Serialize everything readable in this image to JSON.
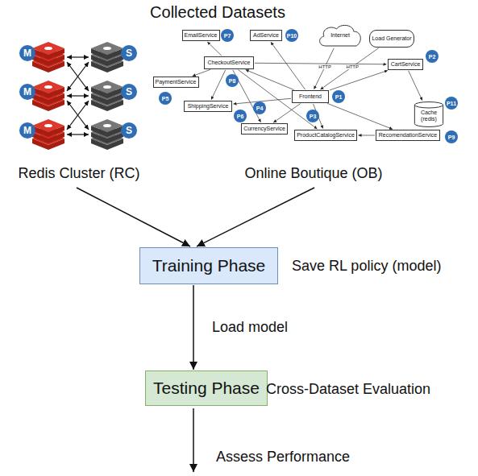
{
  "diagram": {
    "title": "Collected Datasets",
    "nodes": [
      {
        "text": [
          "Redis Cluster (RC)"
        ]
      },
      {
        "text": [
          "Online Boutique (OB)"
        ]
      },
      {
        "text": [
          "EmailService"
        ],
        "in": 1
      },
      {
        "text": [
          "AdService"
        ],
        "in": 1
      },
      {
        "text": [
          "Internet"
        ],
        "in": 1
      },
      {
        "text": [
          "Load Generator"
        ],
        "in": 1
      },
      {
        "text": [
          "PaymentService"
        ],
        "in": 1
      },
      {
        "text": [
          "CheckoutService"
        ],
        "in": 1
      },
      {
        "text": [
          "CartService"
        ],
        "in": 1
      },
      {
        "text": [
          "Frontend"
        ],
        "in": 1
      },
      {
        "text": [
          "Cache (redis)"
        ],
        "in": 1
      },
      {
        "text": [
          "ShippingService"
        ],
        "in": 1
      },
      {
        "text": [
          "CurrencyService"
        ],
        "in": 1
      },
      {
        "text": [
          "ProductCatalogService"
        ],
        "in": 1
      },
      {
        "text": [
          "RecomendationService"
        ],
        "in": 1
      },
      {
        "text": [
          "Training Phase"
        ]
      },
      {
        "text": [
          "Testing Phase"
        ]
      }
    ],
    "edges": [
      {
        "from": 0,
        "to": 15,
        "arrow": "to"
      },
      {
        "from": 1,
        "to": 15,
        "arrow": "to"
      },
      {
        "from": 15,
        "to": 16,
        "label": "Load model",
        "arrow": "to"
      },
      {
        "from": 4,
        "to": 9,
        "label": "HTTP",
        "arrow": "to"
      },
      {
        "from": 5,
        "to": 9,
        "label": "HTTP",
        "arrow": "to"
      },
      {
        "from": 9,
        "to": 3,
        "arrow": "to"
      },
      {
        "from": 9,
        "to": 7,
        "arrow": "to"
      },
      {
        "from": 9,
        "to": 8,
        "arrow": "to"
      },
      {
        "from": 9,
        "to": 11,
        "arrow": "to"
      },
      {
        "from": 9,
        "to": 12,
        "arrow": "to"
      },
      {
        "from": 9,
        "to": 13,
        "arrow": "to"
      },
      {
        "from": 9,
        "to": 14,
        "arrow": "to"
      },
      {
        "from": 7,
        "to": 2,
        "arrow": "to"
      },
      {
        "from": 7,
        "to": 6,
        "arrow": "to"
      },
      {
        "from": 7,
        "to": 11,
        "arrow": "to"
      },
      {
        "from": 7,
        "to": 12,
        "arrow": "to"
      },
      {
        "from": 7,
        "to": 13,
        "arrow": "to"
      },
      {
        "from": 7,
        "to": 8,
        "arrow": "to"
      },
      {
        "from": 8,
        "to": 10,
        "arrow": "to"
      },
      {
        "from": 14,
        "to": 13,
        "arrow": "to"
      }
    ],
    "labels": [
      "M",
      "M",
      "M",
      "S",
      "S",
      "S",
      "P1",
      "P2",
      "P3",
      "P4",
      "P5",
      "P6",
      "P7",
      "P8",
      "P9",
      "P10",
      "P11",
      "Save RL policy (model)",
      "Cross-Dataset Evaluation",
      "Assess Performance"
    ]
  }
}
